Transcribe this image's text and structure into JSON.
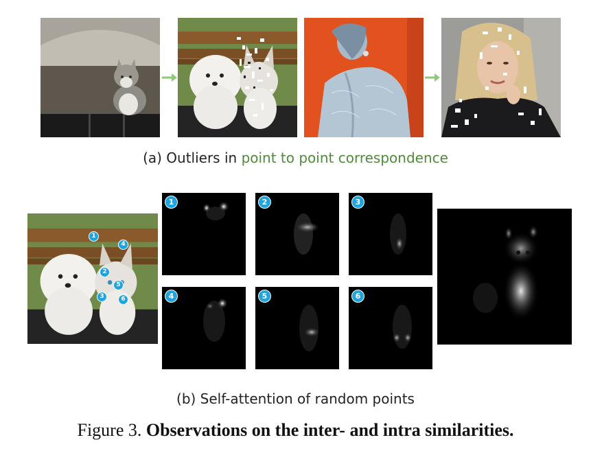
{
  "section_a": {
    "caption_prefix": "(a) Outliers in ",
    "caption_highlight": "point to point correspondence",
    "highlight_color": "#4f8a3c"
  },
  "section_b": {
    "caption": "(b) Self-attention of random points",
    "point_labels": [
      "1",
      "2",
      "3",
      "4",
      "5",
      "6"
    ],
    "badge_color": "#1fa4e0"
  },
  "figure_caption": {
    "prefix": "Figure 3. ",
    "bold": "Observations on the inter- and intra similarities."
  }
}
